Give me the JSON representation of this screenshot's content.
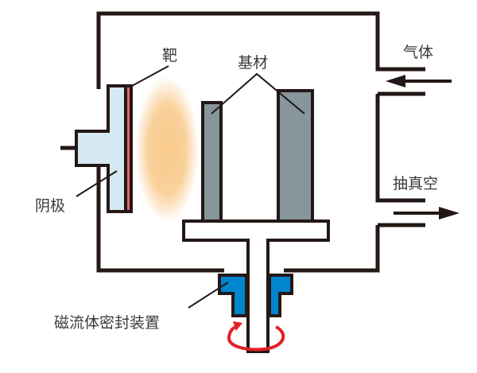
{
  "title": "磁控溅射装置示意图",
  "labels": {
    "target": "靶",
    "substrate": "基材",
    "gas": "气体",
    "vacuum": "抽真空",
    "cathode": "阴极",
    "seal": "磁流体密封装置"
  },
  "colors": {
    "outline": "#231815",
    "cathode_fill": "#d4e9f2",
    "target_fill": "#e8686c",
    "plasma_fill": "#f8c98a",
    "substrate_fill": "#87959c",
    "seal_fill": "#0085cf",
    "rotation_arrow": "#e61e25"
  },
  "flows": {
    "gas": "in",
    "vacuum": "out"
  }
}
